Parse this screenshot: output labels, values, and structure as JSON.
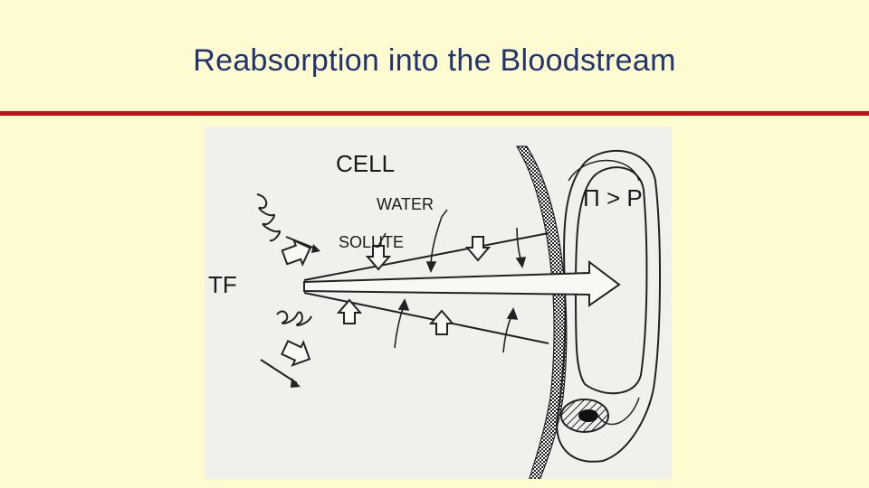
{
  "slide": {
    "title": "Reabsorption into the Bloodstream"
  },
  "diagram": {
    "labels": {
      "cell": "CELL",
      "water": "WATER",
      "solute": "SOLUTE",
      "tf": "TF",
      "pressure": "Π > P"
    }
  },
  "colors": {
    "title": "#1f3470",
    "rule": "#c0141a",
    "background": "#fffbd0"
  }
}
